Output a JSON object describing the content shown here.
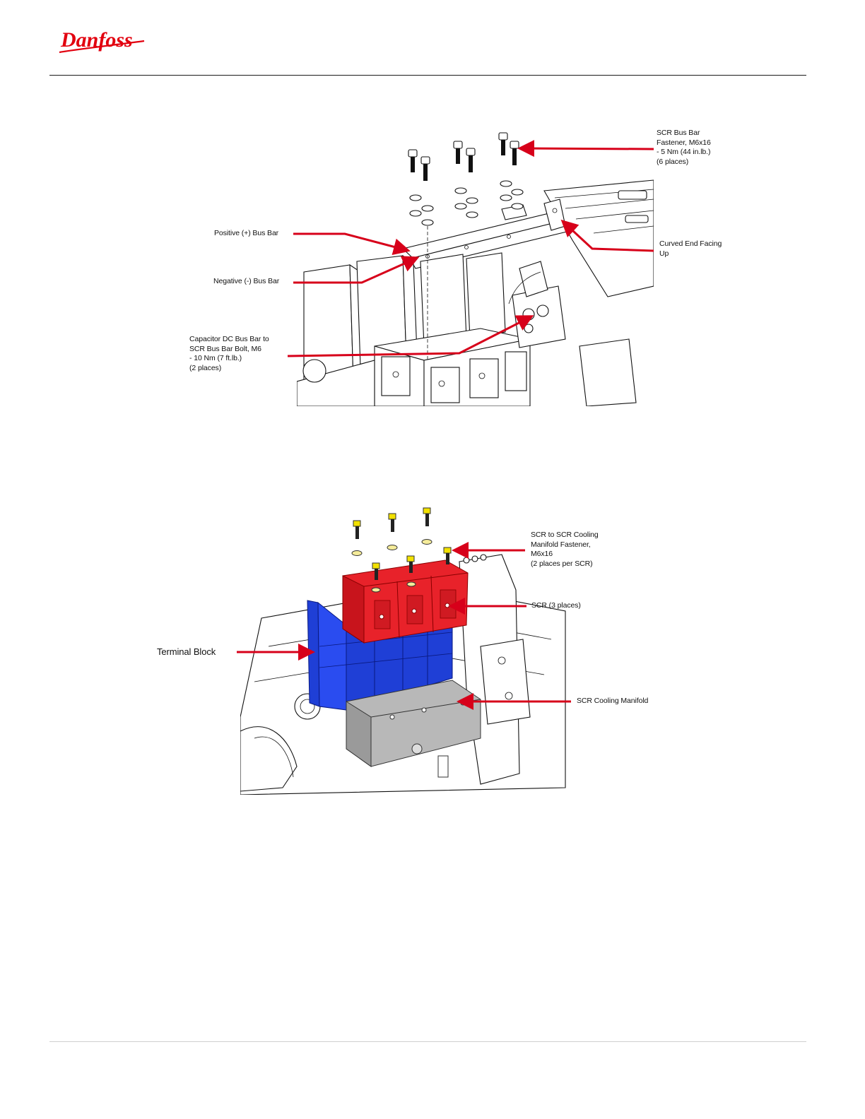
{
  "brand": {
    "logo_text": "Danfoss",
    "logo_color": "#e2000f"
  },
  "figure1": {
    "callouts": {
      "scr_fastener": "SCR Bus Bar\nFastener, M6x16\n- 5 Nm (44 in.lb.)\n(6 places)",
      "positive_bus_bar": "Positive (+) Bus Bar",
      "negative_bus_bar": "Negative (-) Bus Bar",
      "curved_end": "Curved End Facing\nUp",
      "capacitor_bolt": "Capacitor DC Bus Bar to\nSCR Bus Bar Bolt, M6\n- 10 Nm (7 ft.lb.)\n(2 places)"
    }
  },
  "figure2": {
    "callouts": {
      "manifold_fastener": "SCR to SCR Cooling\nManifold Fastener,\nM6x16\n(2 places per SCR)",
      "scr": "SCR (3 places)",
      "terminal_block": "Terminal Block",
      "cooling_manifold": "SCR Cooling Manifold"
    }
  },
  "colors": {
    "arrow": "#d7001a",
    "scr": "#e8222a",
    "terminal_block": "#1f3fd6",
    "manifold": "#b8b8b8"
  }
}
